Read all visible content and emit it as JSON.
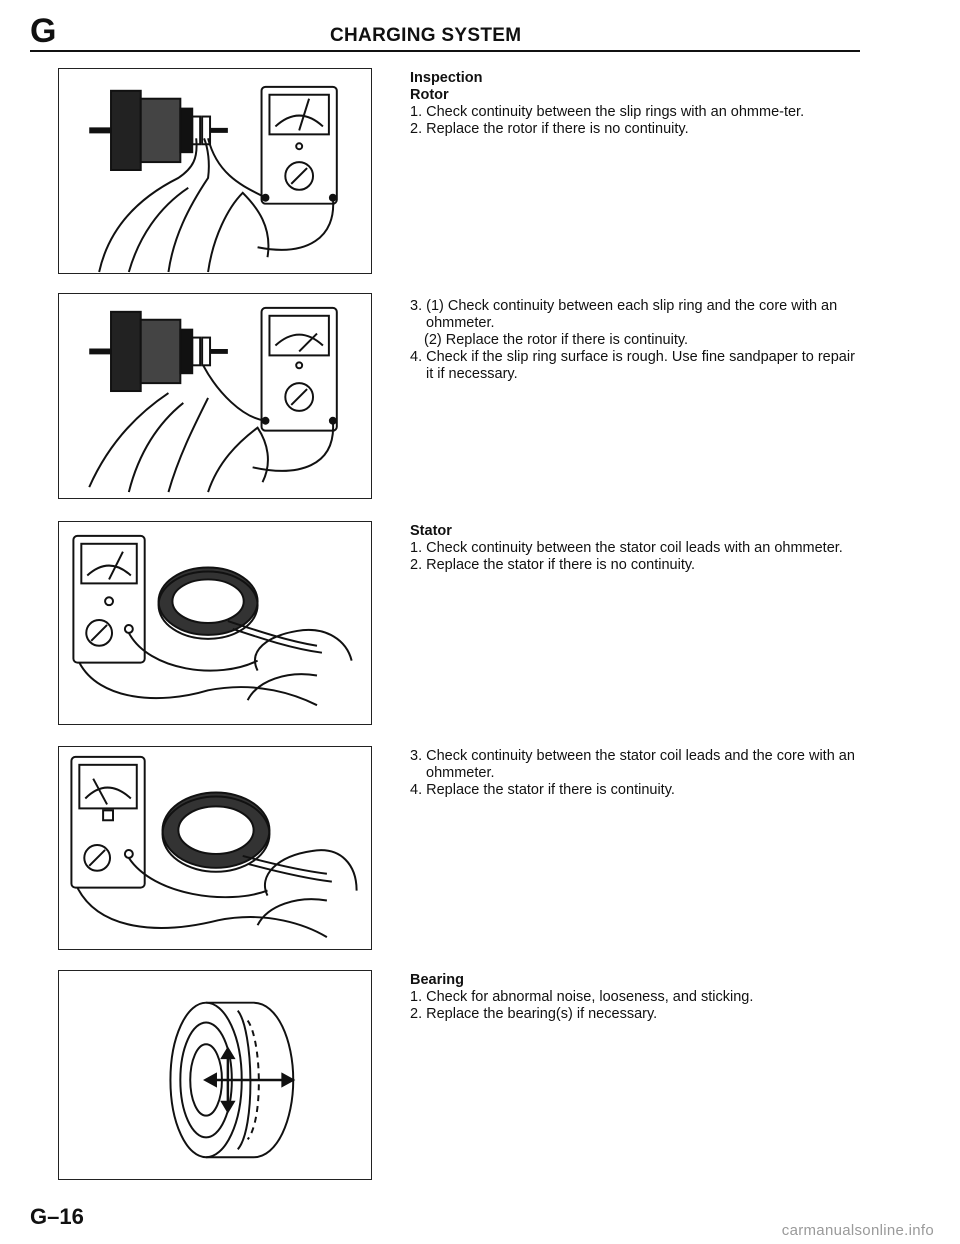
{
  "header": {
    "section_letter": "G",
    "title": "CHARGING SYSTEM"
  },
  "sections": [
    {
      "lines": [
        {
          "type": "heading",
          "text": "Inspection"
        },
        {
          "type": "heading",
          "text": "Rotor"
        },
        {
          "type": "item",
          "text": "1. Check continuity between the slip rings with an ohmme-ter."
        },
        {
          "type": "item",
          "text": "2. Replace the rotor if there is no continuity."
        }
      ]
    },
    {
      "lines": [
        {
          "type": "item",
          "text": "3. (1) Check continuity between each slip ring and the core with an ohmmeter."
        },
        {
          "type": "subitem",
          "text": "(2) Replace the rotor if there is continuity."
        },
        {
          "type": "item",
          "text": "4. Check if the slip ring surface is rough. Use fine sandpaper to repair it if necessary."
        }
      ]
    },
    {
      "lines": [
        {
          "type": "heading",
          "text": "Stator"
        },
        {
          "type": "item",
          "text": "1. Check continuity between the stator coil leads with an ohmmeter."
        },
        {
          "type": "item",
          "text": "2. Replace the stator if there is no continuity."
        }
      ]
    },
    {
      "lines": [
        {
          "type": "item",
          "text": "3. Check continuity between the stator coil leads and the core with an ohmmeter."
        },
        {
          "type": "item",
          "text": "4. Replace the stator if there is continuity."
        }
      ]
    },
    {
      "lines": [
        {
          "type": "heading",
          "text": "Bearing"
        },
        {
          "type": "item",
          "text": "1. Check for abnormal noise, looseness, and sticking."
        },
        {
          "type": "item",
          "text": "2. Replace the bearing(s) if necessary."
        }
      ]
    }
  ],
  "footer": {
    "page_number": "G–16",
    "watermark": "carmanualsonline.info"
  }
}
